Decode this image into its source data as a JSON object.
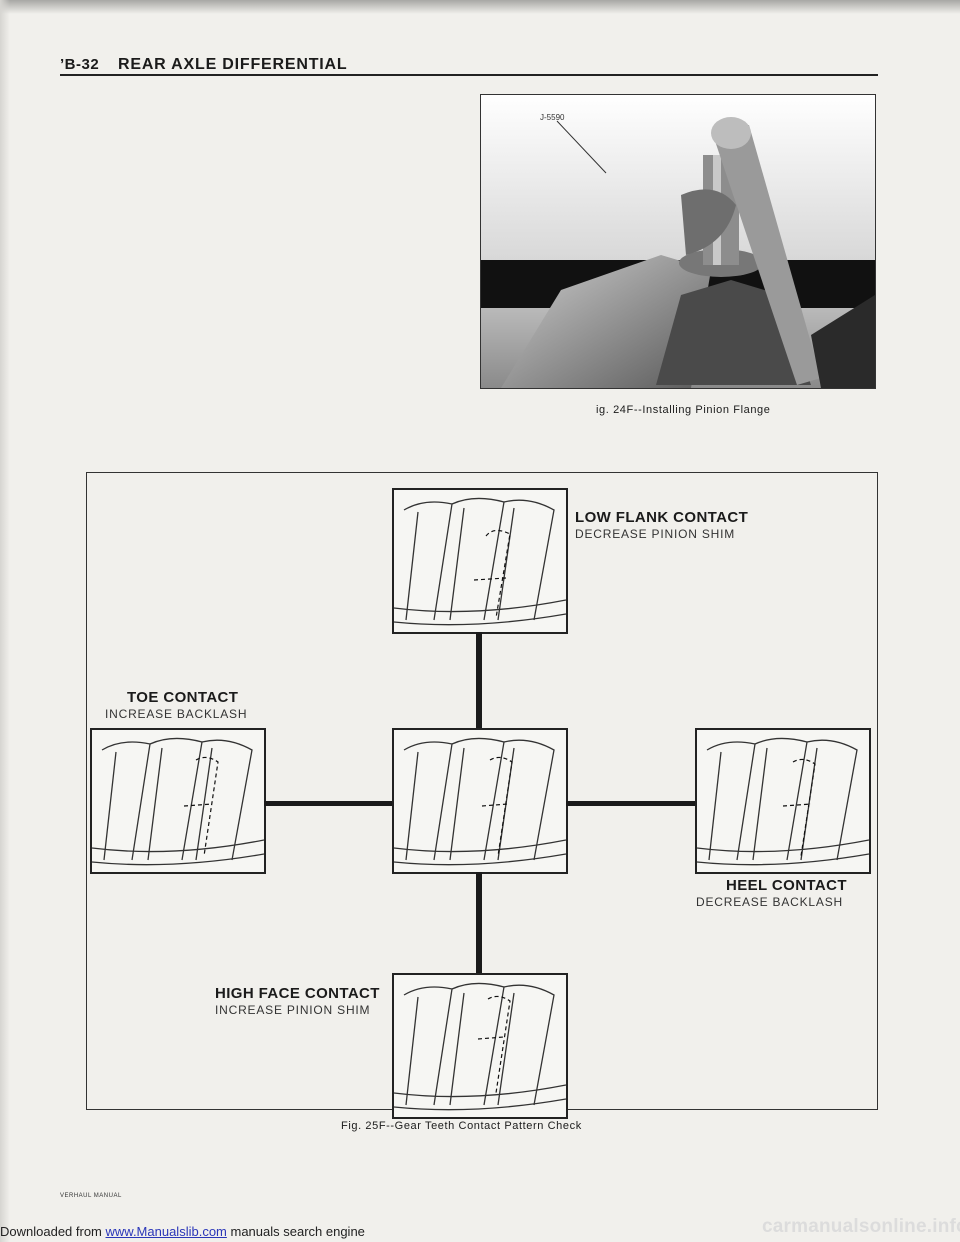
{
  "header": {
    "section_code": "’B-32",
    "title": "REAR AXLE DIFFERENTIAL"
  },
  "photo": {
    "tool_label": "J-5590",
    "caption": "ig. 24F--Installing Pinion Flange"
  },
  "diagram": {
    "caption": "Fig. 25F--Gear Teeth Contact Pattern Check",
    "labels": {
      "low_flank": {
        "title": "LOW FLANK CONTACT",
        "action": "DECREASE PINION SHIM"
      },
      "toe": {
        "title": "TOE CONTACT",
        "action": "INCREASE BACKLASH"
      },
      "heel": {
        "title": "HEEL CONTACT",
        "action": "DECREASE BACKLASH"
      },
      "high_face": {
        "title": "HIGH FACE CONTACT",
        "action": "INCREASE PINION SHIM"
      }
    }
  },
  "footer": {
    "manual_fragment": "VERHAUL MANUAL",
    "downloaded_prefix": "Downloaded from ",
    "downloaded_link": "www.Manualslib.com",
    "downloaded_suffix": " manuals search engine",
    "watermark": "carmanualsonline.info"
  },
  "colors": {
    "paper": "#f1f0ec",
    "ink": "#1b1b1b",
    "link": "#2a36b8"
  }
}
